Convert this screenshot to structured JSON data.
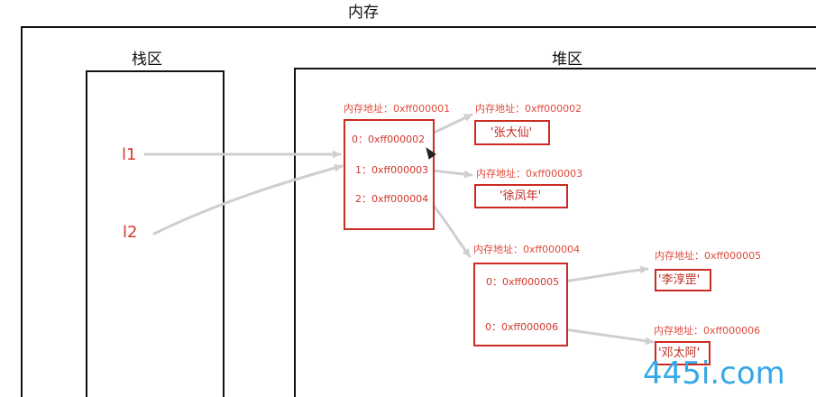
{
  "diagram": {
    "memory_title": "内存",
    "stack_title": "栈区",
    "heap_title": "堆区"
  },
  "stack": {
    "variables": [
      "l1",
      "l2"
    ]
  },
  "heap": {
    "main_list": {
      "address_label": "内存地址：0xff000001",
      "slots": [
        "0：0xff000002",
        "1：0xff000003",
        "2：0xff000004"
      ]
    },
    "string_1": {
      "address_label": "内存地址：0xff000002",
      "value": "'张大仙'"
    },
    "string_2": {
      "address_label": "内存地址：0xff000003",
      "value": "'徐凤年'"
    },
    "nested_list": {
      "address_label": "内存地址：0xff000004",
      "slots": [
        "0：0xff000005",
        "0：0xff000006"
      ]
    },
    "string_3": {
      "address_label": "内存地址：0xff000005",
      "value": "'李淳罡'"
    },
    "string_4": {
      "address_label": "内存地址：0xff000006",
      "value": "'邓太阿'"
    }
  },
  "watermark": "445i.com",
  "colors": {
    "frame": "#111111",
    "heap_item": "#cc2b22",
    "text_red": "#d0372d",
    "arrow": "#cfcfcf",
    "watermark": "#35a8e8"
  }
}
